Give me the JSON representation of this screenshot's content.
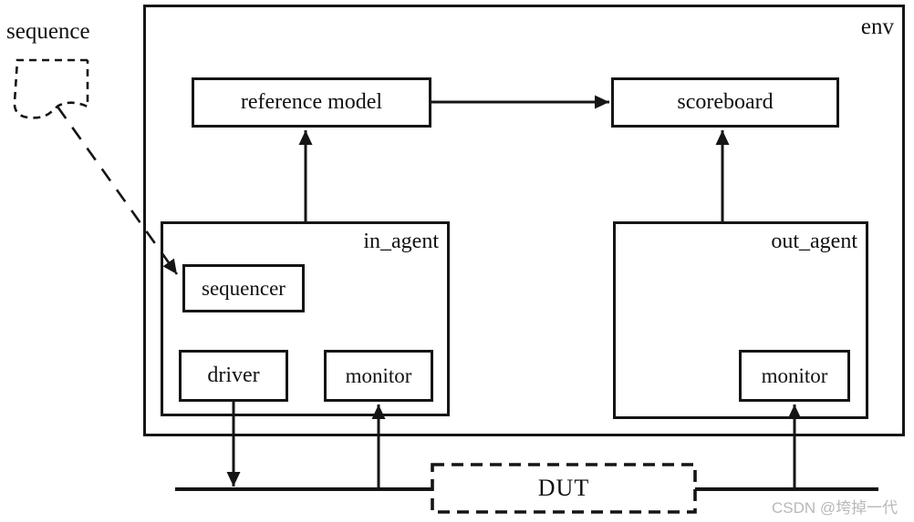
{
  "colors": {
    "background": "#ffffff",
    "line": "#151515",
    "text": "#111111",
    "watermark": "#b8b8b8"
  },
  "diagram": {
    "sequence": {
      "label": "sequence"
    },
    "env": {
      "label": "env",
      "reference_model": {
        "label": "reference model"
      },
      "scoreboard": {
        "label": "scoreboard"
      },
      "in_agent": {
        "label": "in_agent",
        "sequencer": {
          "label": "sequencer"
        },
        "driver": {
          "label": "driver"
        },
        "monitor": {
          "label": "monitor"
        }
      },
      "out_agent": {
        "label": "out_agent",
        "monitor": {
          "label": "monitor"
        }
      }
    },
    "dut": {
      "label": "DUT"
    },
    "connections": [
      {
        "from": "sequence",
        "to": "in_agent.sequencer",
        "style": "dashed-arrow"
      },
      {
        "from": "reference_model",
        "to": "scoreboard",
        "style": "solid-arrow"
      },
      {
        "from": "in_agent",
        "to": "reference_model",
        "style": "solid-arrow"
      },
      {
        "from": "out_agent",
        "to": "scoreboard",
        "style": "solid-arrow"
      },
      {
        "from": "in_agent.driver",
        "to": "dut-bus-left",
        "style": "solid-arrow"
      },
      {
        "from": "dut-bus-left",
        "to": "in_agent.monitor",
        "style": "solid-arrow"
      },
      {
        "from": "dut-bus-right",
        "to": "out_agent.monitor",
        "style": "solid-arrow"
      }
    ]
  },
  "watermark": {
    "text": "CSDN @垮掉一代"
  }
}
